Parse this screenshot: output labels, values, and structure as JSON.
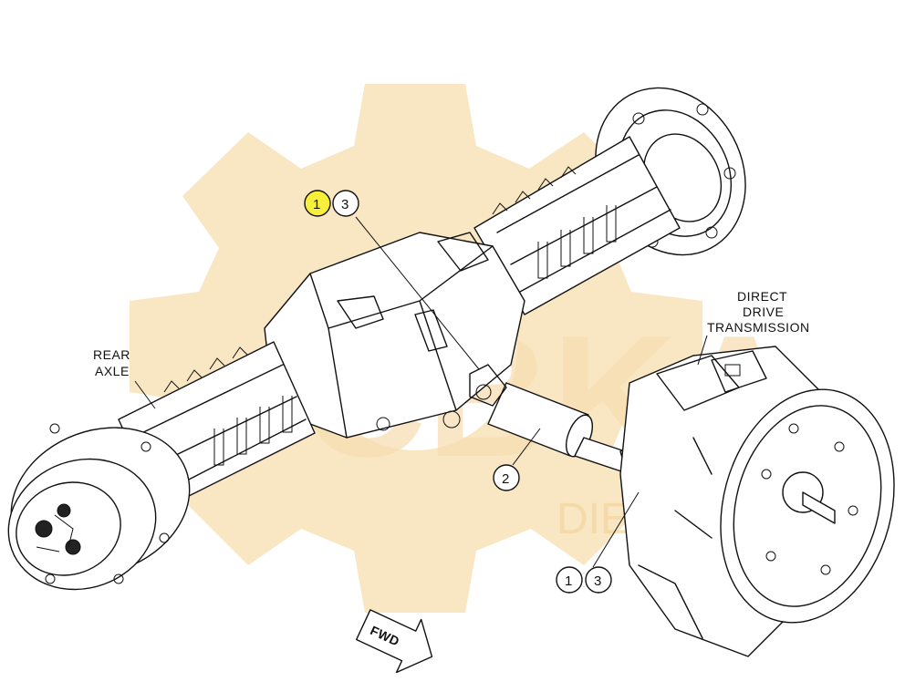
{
  "labels": {
    "rear_axle_line1": "REAR",
    "rear_axle_line2": "AXLE",
    "transmission_line1": "DIRECT",
    "transmission_line2": "DRIVE",
    "transmission_line3": "TRANSMISSION",
    "fwd": "FWD"
  },
  "callouts": {
    "top_a": "1",
    "top_b": "3",
    "middle": "2",
    "bottom_a": "1",
    "bottom_b": "3"
  },
  "highlight_color": "#f7ef3a",
  "watermark": {
    "text": "CBKA",
    "subtext": "DIESEL PARTS",
    "color": "#f6d9a6"
  }
}
